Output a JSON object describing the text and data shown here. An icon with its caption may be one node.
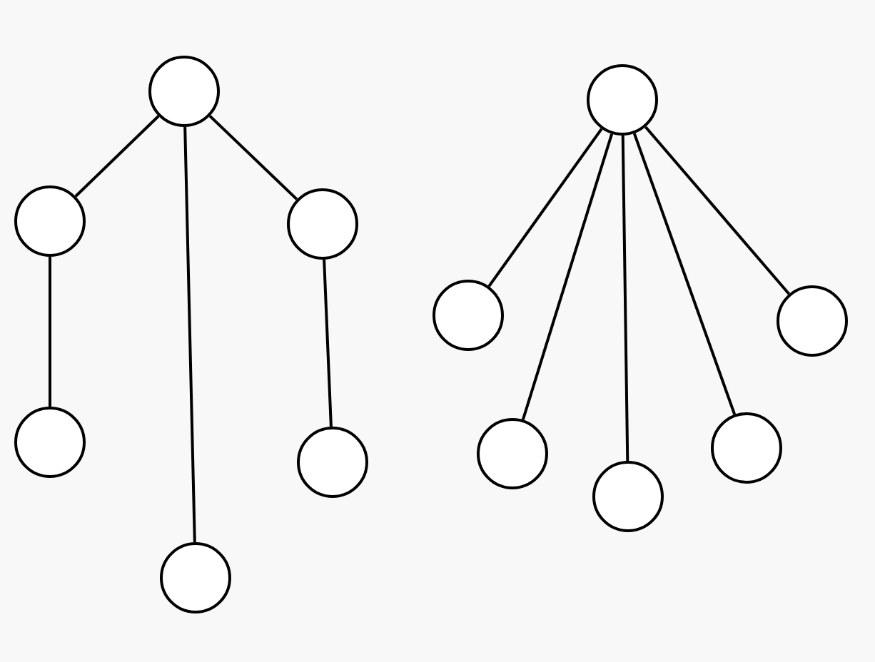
{
  "diagram": {
    "nodes": [
      {
        "text": [],
        "shape": "circle"
      },
      {
        "text": [],
        "shape": "circle"
      },
      {
        "text": [],
        "shape": "circle"
      },
      {
        "text": [],
        "shape": "circle"
      },
      {
        "text": [],
        "shape": "circle"
      },
      {
        "text": [],
        "shape": "circle"
      },
      {
        "text": [],
        "shape": "circle"
      },
      {
        "text": [],
        "shape": "circle"
      },
      {
        "text": [],
        "shape": "circle"
      },
      {
        "text": [],
        "shape": "circle"
      },
      {
        "text": [],
        "shape": "circle"
      },
      {
        "text": [],
        "shape": "circle"
      }
    ],
    "edges": [
      {
        "from": 0,
        "to": 1,
        "arrow": "none"
      },
      {
        "from": 0,
        "to": 4,
        "arrow": "none"
      },
      {
        "from": 0,
        "to": 2,
        "arrow": "none"
      },
      {
        "from": 1,
        "to": 3,
        "arrow": "none"
      },
      {
        "from": 2,
        "to": 5,
        "arrow": "none"
      },
      {
        "from": 6,
        "to": 7,
        "arrow": "none"
      },
      {
        "from": 6,
        "to": 8,
        "arrow": "none"
      },
      {
        "from": 6,
        "to": 9,
        "arrow": "none"
      },
      {
        "from": 6,
        "to": 10,
        "arrow": "none"
      },
      {
        "from": 6,
        "to": 11,
        "arrow": "none"
      }
    ]
  }
}
